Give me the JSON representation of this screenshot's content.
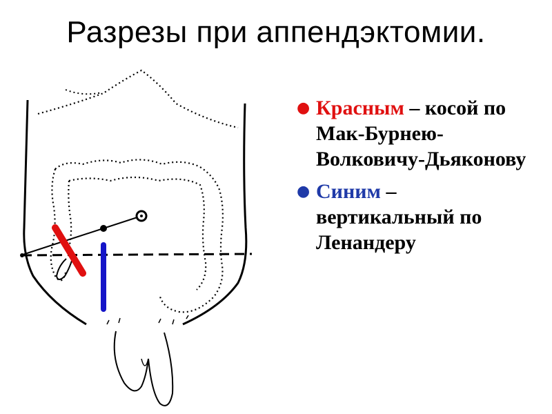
{
  "title": "Разрезы при аппендэктомии.",
  "bullets": [
    {
      "keyword": "Красным",
      "rest": " – косой по Мак-Бурнею-Волковичу-Дьяконову"
    },
    {
      "keyword": "Синим",
      "rest": " – вертикальный по Ленандеру"
    }
  ],
  "colors": {
    "red_incision": "#e01010",
    "blue_incision": "#1515c8",
    "blue_text": "#1f3aa8"
  },
  "icons": [
    "bullet-dot",
    "abdomen-outline"
  ]
}
